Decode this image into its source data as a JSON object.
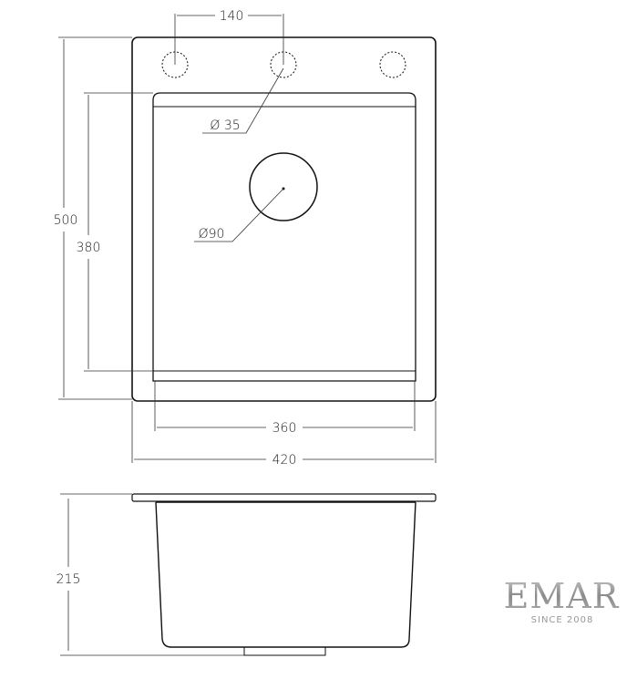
{
  "drawing": {
    "top_view": {
      "dim_hole_spacing": "140",
      "dim_hole_diameter": "Ø 35",
      "dim_drain_diameter": "Ø90",
      "dim_overall_depth": "500",
      "dim_bowl_depth": "380",
      "dim_bowl_width": "360",
      "dim_overall_width": "420"
    },
    "side_view": {
      "dim_height": "215"
    }
  },
  "logo": {
    "brand": "EMAR",
    "tagline": "SINCE 2008"
  }
}
